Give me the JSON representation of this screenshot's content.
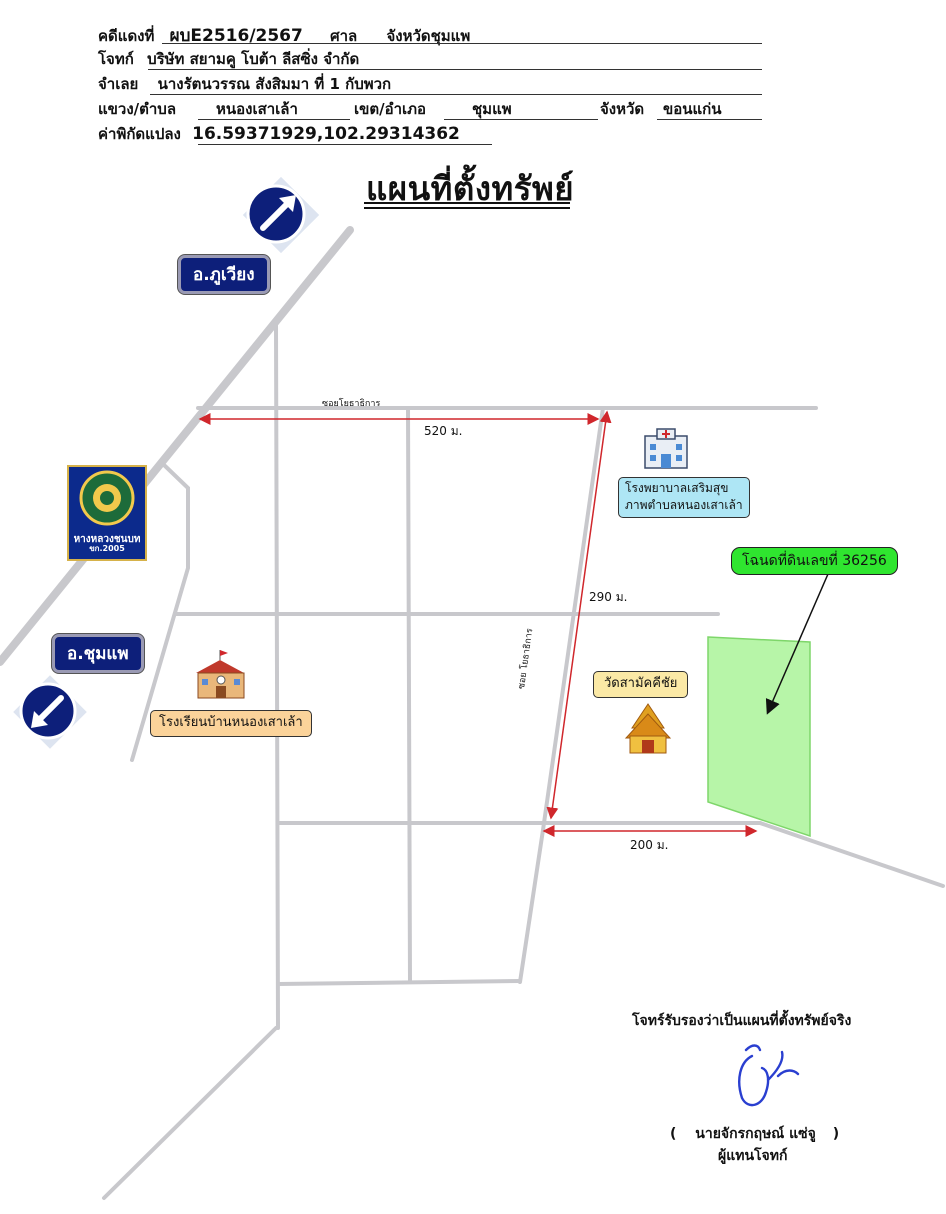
{
  "header": {
    "case_label": "คดีแดงที่",
    "case_no": "ผบE2516/2567",
    "court_label": "ศาล",
    "court": "จังหวัดชุมแพ",
    "plaintiff_label": "โจทก์",
    "plaintiff": "บริษัท สยามคู โบต้า  ลีสซิ่ง จำกัด",
    "defendant_label": "จำเลย",
    "defendant": "นางรัตนวรรณ สังสิมมา ที่ 1 กับพวก",
    "subdistrict_label": "แขวง/ตำบล",
    "subdistrict": "หนองเสาเล้า",
    "district_label": "เขต/อำเภอ",
    "district": "ชุมแพ",
    "province_label": "จังหวัด",
    "province": "ขอนแก่น",
    "coord_label": "ค่าพิกัดแปลง",
    "coords": "16.59371929,102.29314362"
  },
  "title": "แผนที่ตั้งทรัพย์",
  "map": {
    "nav_phu_wiang": "อ.ภูเวียง",
    "nav_chum_phae": "อ.ชุมแพ",
    "logo_text": "หางหลวงชนบท",
    "logo_sub": "ขก.2005",
    "road_top": "ซอยโยธาธิการ",
    "road_diag": "ซอย โยธาธิการ",
    "dist_520": "520 ม.",
    "dist_290": "290 ม.",
    "dist_200": "200 ม.",
    "hospital_line1": "โรงพยาบาลเสริมสุข",
    "hospital_line2": "ภาพตำบลหนองเสาเล้า",
    "deed": "โฉนดที่ดินเลขที่ 36256",
    "temple": "วัดสามัคคีชัย",
    "school": "โรงเรียนบ้านหนองเสาเล้า",
    "colors": {
      "road": "#c8c8cc",
      "arrow_red": "#d0272c",
      "parcel": "#b7f5a8",
      "deed_bg": "#2fe52f",
      "nav_blue": "#0d1f7a"
    }
  },
  "signature": {
    "cert": "โจทร์รับรองว่าเป็นแผนที่ตั้งทรัพย์จริง",
    "open": "(",
    "name": "นายจักรกฤษณ์ แซ่จู",
    "close": ")",
    "role": "ผู้แทนโจทก์"
  }
}
